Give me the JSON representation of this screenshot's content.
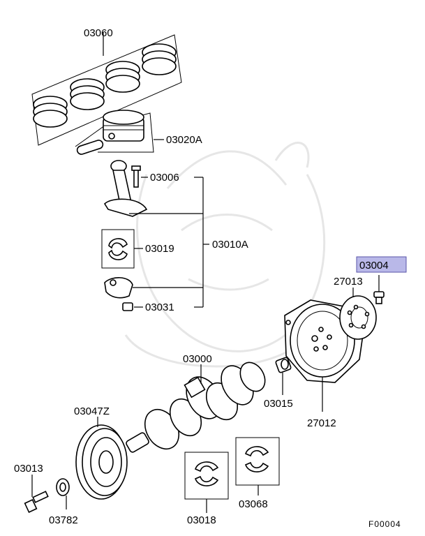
{
  "labels": {
    "piston_rings": "03060",
    "piston": "03020A",
    "conrod_bolt": "03006",
    "conrod_bearing": "03019",
    "conrod_assy": "03010A",
    "conrod_nut": "03031",
    "crankshaft": "03000",
    "pulley": "03047Z",
    "pulley_bolt": "03013",
    "washer": "03782",
    "main_bearing_lower": "03018",
    "main_bearing_upper": "03068",
    "pilot_bushing": "03015",
    "drive_plate": "27012",
    "adapter_plate": "27013",
    "highlighted_bolt": "03004",
    "figure_code": "F00004"
  },
  "colors": {
    "highlight_fill": "#b9b8e8",
    "highlight_border": "#5955a8",
    "watermark": "#e6e6e6"
  }
}
